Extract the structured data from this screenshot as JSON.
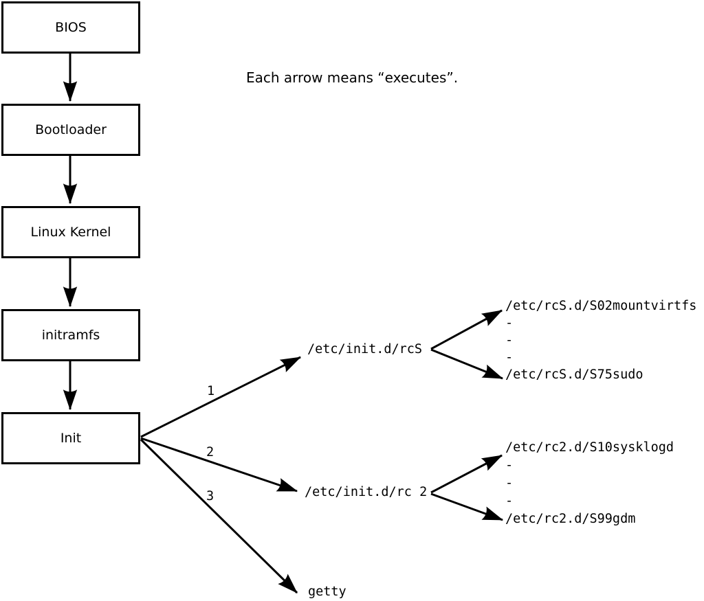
{
  "note": "Each arrow means “executes”.",
  "chain": [
    {
      "label": "BIOS"
    },
    {
      "label": "Bootloader"
    },
    {
      "label": "Linux Kernel"
    },
    {
      "label": "initramfs"
    },
    {
      "label": "Init"
    }
  ],
  "branches": [
    {
      "number": "1",
      "target": "/etc/init.d/rcS",
      "children": [
        "/etc/rcS.d/S02mountvirtfs",
        "-",
        "-",
        "-",
        "/etc/rcS.d/S75sudo"
      ]
    },
    {
      "number": "2",
      "target": "/etc/init.d/rc 2",
      "children": [
        "/etc/rc2.d/S10sysklogd",
        "-",
        "-",
        "-",
        "/etc/rc2.d/S99gdm"
      ]
    },
    {
      "number": "3",
      "target": "getty",
      "children": []
    }
  ],
  "colors": {
    "line": "#000000",
    "background": "#ffffff"
  }
}
